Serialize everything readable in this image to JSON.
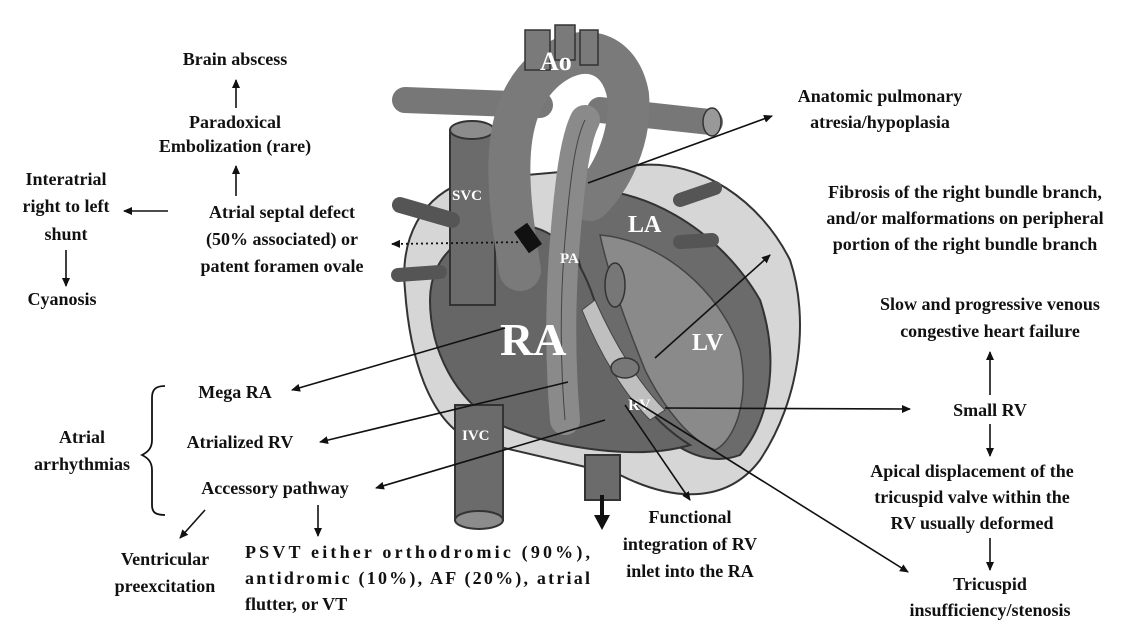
{
  "heart": {
    "ao": "Ao",
    "svc": "SVC",
    "la": "LA",
    "pa": "PA",
    "ra": "RA",
    "lv": "LV",
    "rv": "RV",
    "ivc": "IVC"
  },
  "left": {
    "brain_abscess": "Brain abscess",
    "paradoxical_1": "Paradoxical",
    "paradoxical_2": "Embolization (rare)",
    "interatrial_1": "Interatrial",
    "interatrial_2": "right to left",
    "interatrial_3": "shunt",
    "asd_1": "Atrial septal defect",
    "asd_2": "(50% associated) or",
    "asd_3": "patent foramen ovale",
    "cyanosis": "Cyanosis",
    "atrial_arr_1": "Atrial",
    "atrial_arr_2": "arrhythmias",
    "mega_ra": "Mega RA",
    "atrialized_rv": "Atrialized RV",
    "accessory": "Accessory pathway",
    "vent_pre_1": "Ventricular",
    "vent_pre_2": "preexcitation",
    "psvt_1": "PSVT either orthodromic (90%),",
    "psvt_2": "antidromic (10%), AF (20%), atrial",
    "psvt_3": "flutter, or VT",
    "functional_1": "Functional",
    "functional_2": "integration of RV",
    "functional_3": "inlet into the RA"
  },
  "right": {
    "anatomic_1": "Anatomic pulmonary",
    "anatomic_2": "atresia/hypoplasia",
    "fibrosis_1": "Fibrosis of the right bundle branch,",
    "fibrosis_2": "and/or malformations on peripheral",
    "fibrosis_3": "portion of the right bundle branch",
    "slow_1": "Slow and progressive venous",
    "slow_2": "congestive heart failure",
    "small_rv": "Small RV",
    "apical_1": "Apical displacement of the",
    "apical_2": "tricuspid valve within the",
    "apical_3": "RV usually deformed",
    "tricuspid_1": "Tricuspid",
    "tricuspid_2": "insufficiency/stenosis"
  }
}
